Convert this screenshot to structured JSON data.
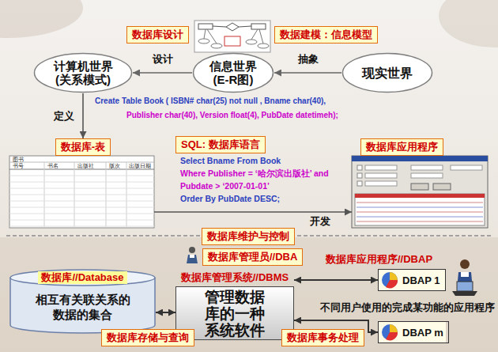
{
  "diagram": {
    "nodes": [
      {
        "text": [
          "数据库设计"
        ]
      },
      {
        "text": [
          "数据建模：信息模型"
        ]
      },
      {
        "text": [
          "计算机世界 (关系模式)"
        ]
      },
      {
        "text": [
          "信息世界 (E-R图)"
        ]
      },
      {
        "text": [
          "现实世界"
        ]
      },
      {
        "text": [
          "数据库-表"
        ]
      },
      {
        "text": [
          "SQL: 数据库语言"
        ]
      },
      {
        "text": [
          "数据库应用程序"
        ]
      },
      {
        "text": [
          "数据库维护与控制"
        ]
      },
      {
        "text": [
          "数据库管理员//DBA"
        ]
      },
      {
        "text": [
          "数据库//Database",
          "相互有关联关系的 数据的集合"
        ]
      },
      {
        "text": [
          "数据库管理系统//DBMS",
          "管理数据 库的一种 系统软件"
        ]
      },
      {
        "text": [
          "数据库存储与查询"
        ]
      },
      {
        "text": [
          "数据库事务处理"
        ]
      },
      {
        "text": [
          "DBAP 1"
        ]
      },
      {
        "text": [
          "DBAP m"
        ]
      }
    ],
    "edges": [
      {
        "from": 3,
        "to": 2,
        "arrow": "to",
        "label": "设计"
      },
      {
        "from": 4,
        "to": 3,
        "arrow": "to",
        "label": "抽象"
      },
      {
        "from": 2,
        "to": 5,
        "arrow": "to",
        "label": "定义"
      },
      {
        "from": 5,
        "to": 7,
        "arrow": "to",
        "label": "开发"
      },
      {
        "from": 10,
        "to": 11,
        "arrow": "both"
      },
      {
        "from": 11,
        "to": 14,
        "arrow": "both"
      },
      {
        "from": 11,
        "to": 15,
        "arrow": "both"
      }
    ],
    "labels": [
      "Create Table Book ( ISBN# char(25) not null , Bname char(40),",
      "Publisher char(40), Version float(4), PubDate datetimeh);",
      "Select Bname From Book",
      "Where Publisher = ‘哈尔滨出版社’ and",
      "Pubdate > ‘2007-01-01’",
      "Order By PubDate DESC;",
      "图书",
      "书号",
      "书名",
      "出版社",
      "版次",
      "出版日期",
      "数据库应用程序//DBAP",
      "不同用户使用的完成某功能的应用程序"
    ]
  }
}
